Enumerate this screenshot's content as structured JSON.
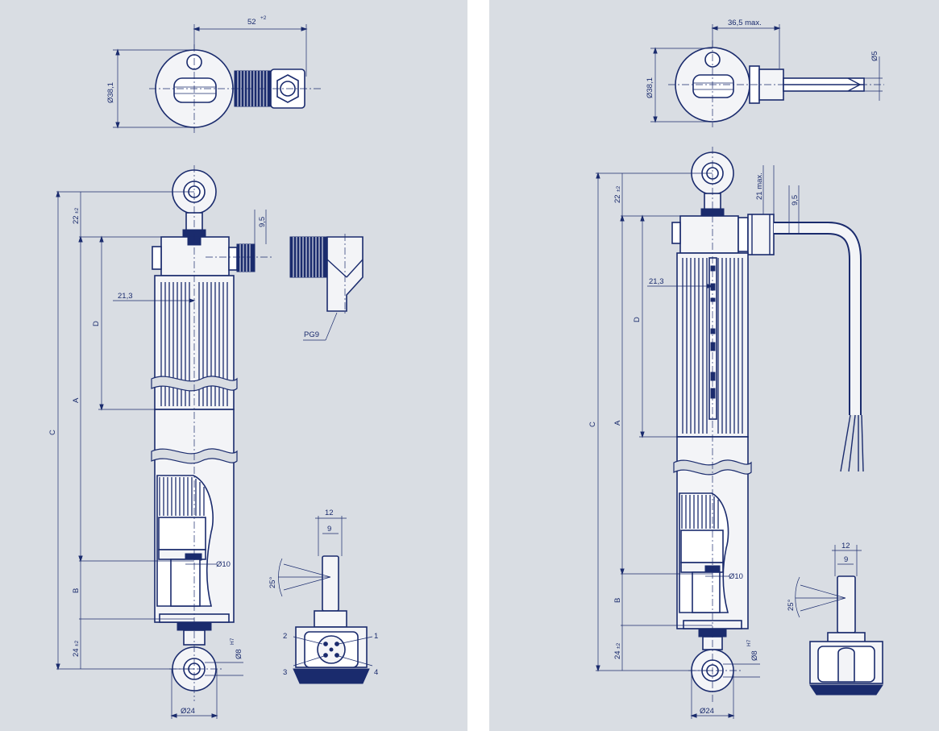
{
  "colors": {
    "ink": "#1a2b6d",
    "panel": "#d9dde3",
    "body": "#f3f4f7"
  },
  "left": {
    "dim_width": "52",
    "dim_width_tol": "+2",
    "dim_dia_top": "Ø38,1",
    "dim_top_eye": "22",
    "dim_top_eye_tol": "±2",
    "dim_connector": "9,5",
    "dim_housing": "21,3",
    "label_d": "D",
    "label_a": "A",
    "label_c": "C",
    "label_b": "B",
    "dim_rod": "Ø10",
    "dim_bottom_eye": "24",
    "dim_bottom_eye_tol": "±2",
    "dim_pin": "Ø8",
    "dim_pin_tol": "H7",
    "dim_eye_dia": "Ø24",
    "connector_label": "PG9",
    "dim_slot_outer": "12",
    "dim_slot_inner": "9",
    "angle": "25°",
    "pin_labels": [
      "1",
      "2",
      "3",
      "4"
    ]
  },
  "right": {
    "dim_width": "36,5 max.",
    "dim_dia_top": "Ø38,1",
    "dim_cable": "Ø5",
    "dim_top_eye": "22",
    "dim_top_eye_tol": "±2",
    "dim_gland": "21 max.",
    "dim_connector": "9,5",
    "dim_housing": "21,3",
    "label_d": "D",
    "label_a": "A",
    "label_c": "C",
    "label_b": "B",
    "dim_rod": "Ø10",
    "dim_bottom_eye": "24",
    "dim_bottom_eye_tol": "±2",
    "dim_pin": "Ø8",
    "dim_pin_tol": "H7",
    "dim_eye_dia": "Ø24",
    "dim_slot_outer": "12",
    "dim_slot_inner": "9",
    "angle": "25°"
  }
}
